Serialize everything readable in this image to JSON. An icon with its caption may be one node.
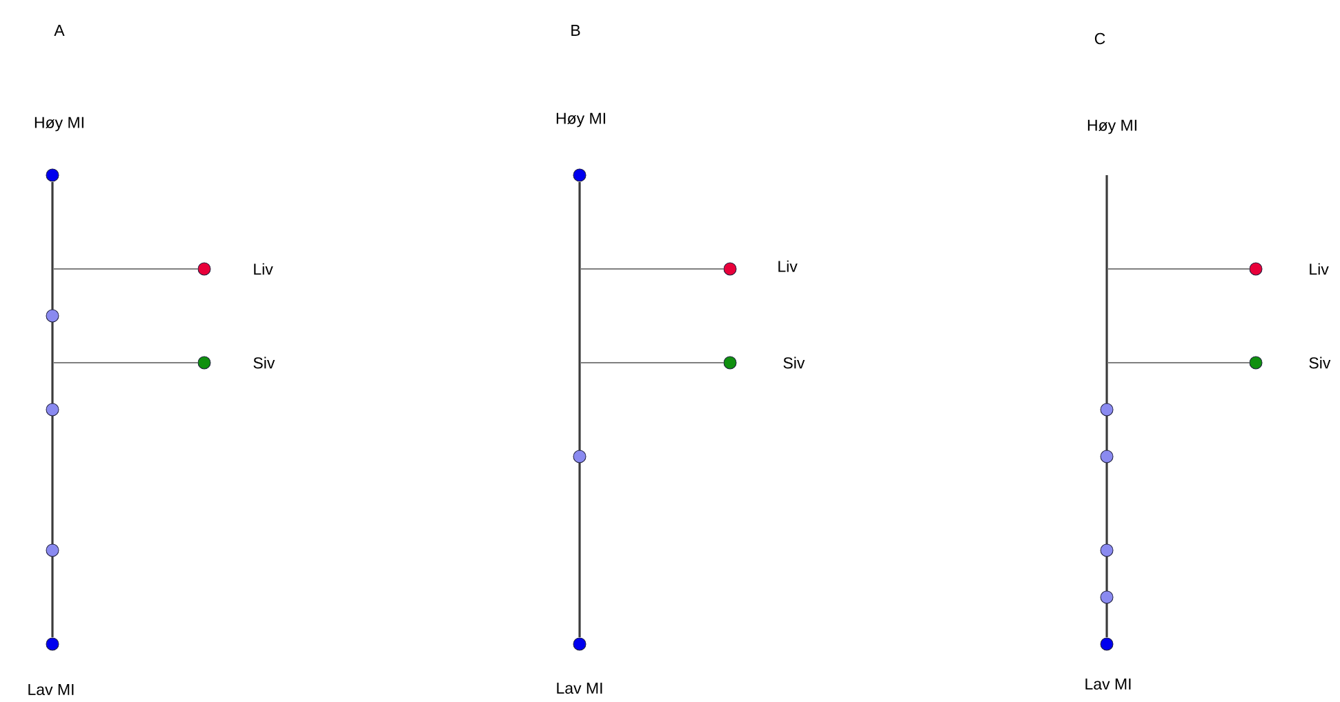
{
  "diagram": {
    "nodes": [
      {
        "text": [],
        "shape": "bar",
        "beside": [
          "Høy MI",
          "Lav MI"
        ]
      },
      {
        "text": [],
        "shape": "circle"
      },
      {
        "text": [],
        "shape": "circle"
      },
      {
        "text": [],
        "shape": "circle"
      },
      {
        "text": [],
        "shape": "circle"
      },
      {
        "text": [],
        "shape": "circle"
      },
      {
        "text": [],
        "shape": "circle",
        "beside": [
          "Liv"
        ]
      },
      {
        "text": [],
        "shape": "circle",
        "beside": [
          "Siv"
        ]
      },
      {
        "text": [],
        "shape": "bar",
        "beside": [
          "Høy MI",
          "Lav MI"
        ]
      },
      {
        "text": [],
        "shape": "circle"
      },
      {
        "text": [],
        "shape": "circle"
      },
      {
        "text": [],
        "shape": "circle"
      },
      {
        "text": [],
        "shape": "circle",
        "beside": [
          "Liv"
        ]
      },
      {
        "text": [],
        "shape": "circle",
        "beside": [
          "Siv"
        ]
      },
      {
        "text": [],
        "shape": "bar",
        "beside": [
          "Høy MI",
          "Lav MI"
        ]
      },
      {
        "text": [],
        "shape": "circle"
      },
      {
        "text": [],
        "shape": "circle"
      },
      {
        "text": [],
        "shape": "circle"
      },
      {
        "text": [],
        "shape": "circle"
      },
      {
        "text": [],
        "shape": "circle"
      },
      {
        "text": [],
        "shape": "circle",
        "beside": [
          "Liv"
        ]
      },
      {
        "text": [],
        "shape": "circle",
        "beside": [
          "Siv"
        ]
      }
    ],
    "edges": [
      {
        "from": 0,
        "to": 6,
        "arrow": "none"
      },
      {
        "from": 0,
        "to": 7,
        "arrow": "none"
      },
      {
        "from": 8,
        "to": 12,
        "arrow": "none"
      },
      {
        "from": 8,
        "to": 13,
        "arrow": "none"
      },
      {
        "from": 14,
        "to": 20,
        "arrow": "none"
      },
      {
        "from": 14,
        "to": 21,
        "arrow": "none"
      }
    ],
    "labels": [
      "A",
      "B",
      "C"
    ]
  }
}
